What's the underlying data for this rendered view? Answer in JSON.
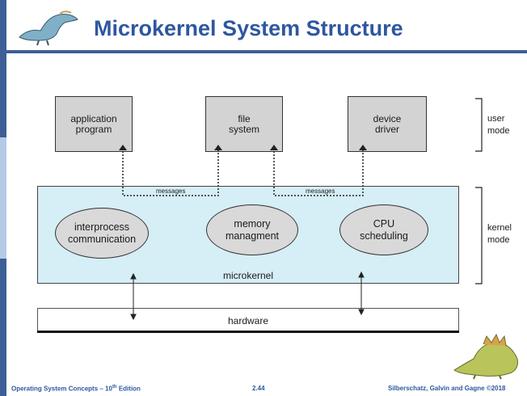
{
  "title": "Microkernel System Structure",
  "user_boxes": [
    {
      "line1": "application",
      "line2": "program"
    },
    {
      "line1": "file",
      "line2": "system"
    },
    {
      "line1": "device",
      "line2": "driver"
    }
  ],
  "messages": [
    "messages",
    "messages"
  ],
  "kernel_components": [
    {
      "line1": "interprocess",
      "line2": "communication"
    },
    {
      "line1": "memory",
      "line2": "managment"
    },
    {
      "line1": "CPU",
      "line2": "scheduling"
    }
  ],
  "microkernel_label": "microkernel",
  "hardware_label": "hardware",
  "modes": {
    "user": {
      "line1": "user",
      "line2": "mode"
    },
    "kernel": {
      "line1": "kernel",
      "line2": "mode"
    }
  },
  "footer": {
    "left_main": "Operating System Concepts – 10",
    "left_sup": "th",
    "left_tail": " Edition",
    "page": "2.44",
    "right": "Silberschatz, Galvin and Gagne ©2018"
  },
  "colors": {
    "accent": "#3e5f95",
    "title": "#2e579f",
    "kernel_fill": "#d6eef6",
    "box_fill": "#d3d3d3"
  }
}
